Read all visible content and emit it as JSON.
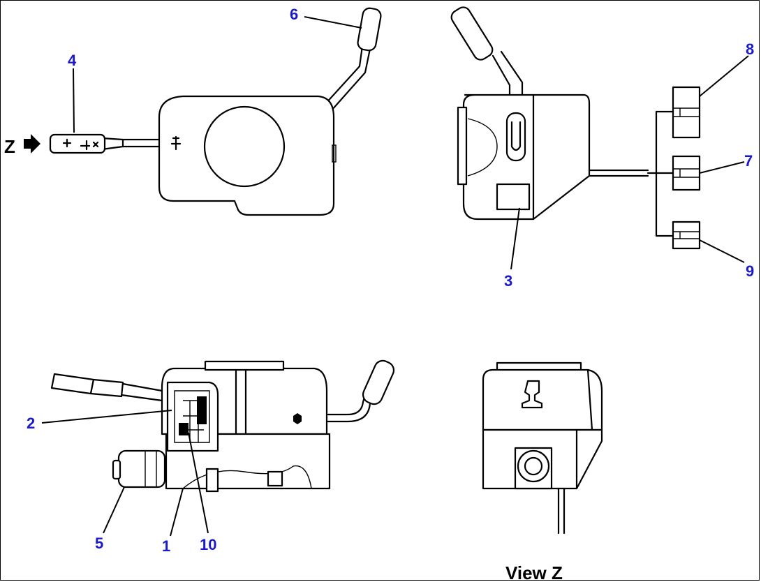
{
  "callouts": {
    "c1": "1",
    "c2": "2",
    "c3": "3",
    "c4": "4",
    "c5": "5",
    "c6": "6",
    "c7": "7",
    "c8": "8",
    "c9": "9",
    "c10": "10"
  },
  "view_marker": "Z",
  "view_caption": "View Z"
}
